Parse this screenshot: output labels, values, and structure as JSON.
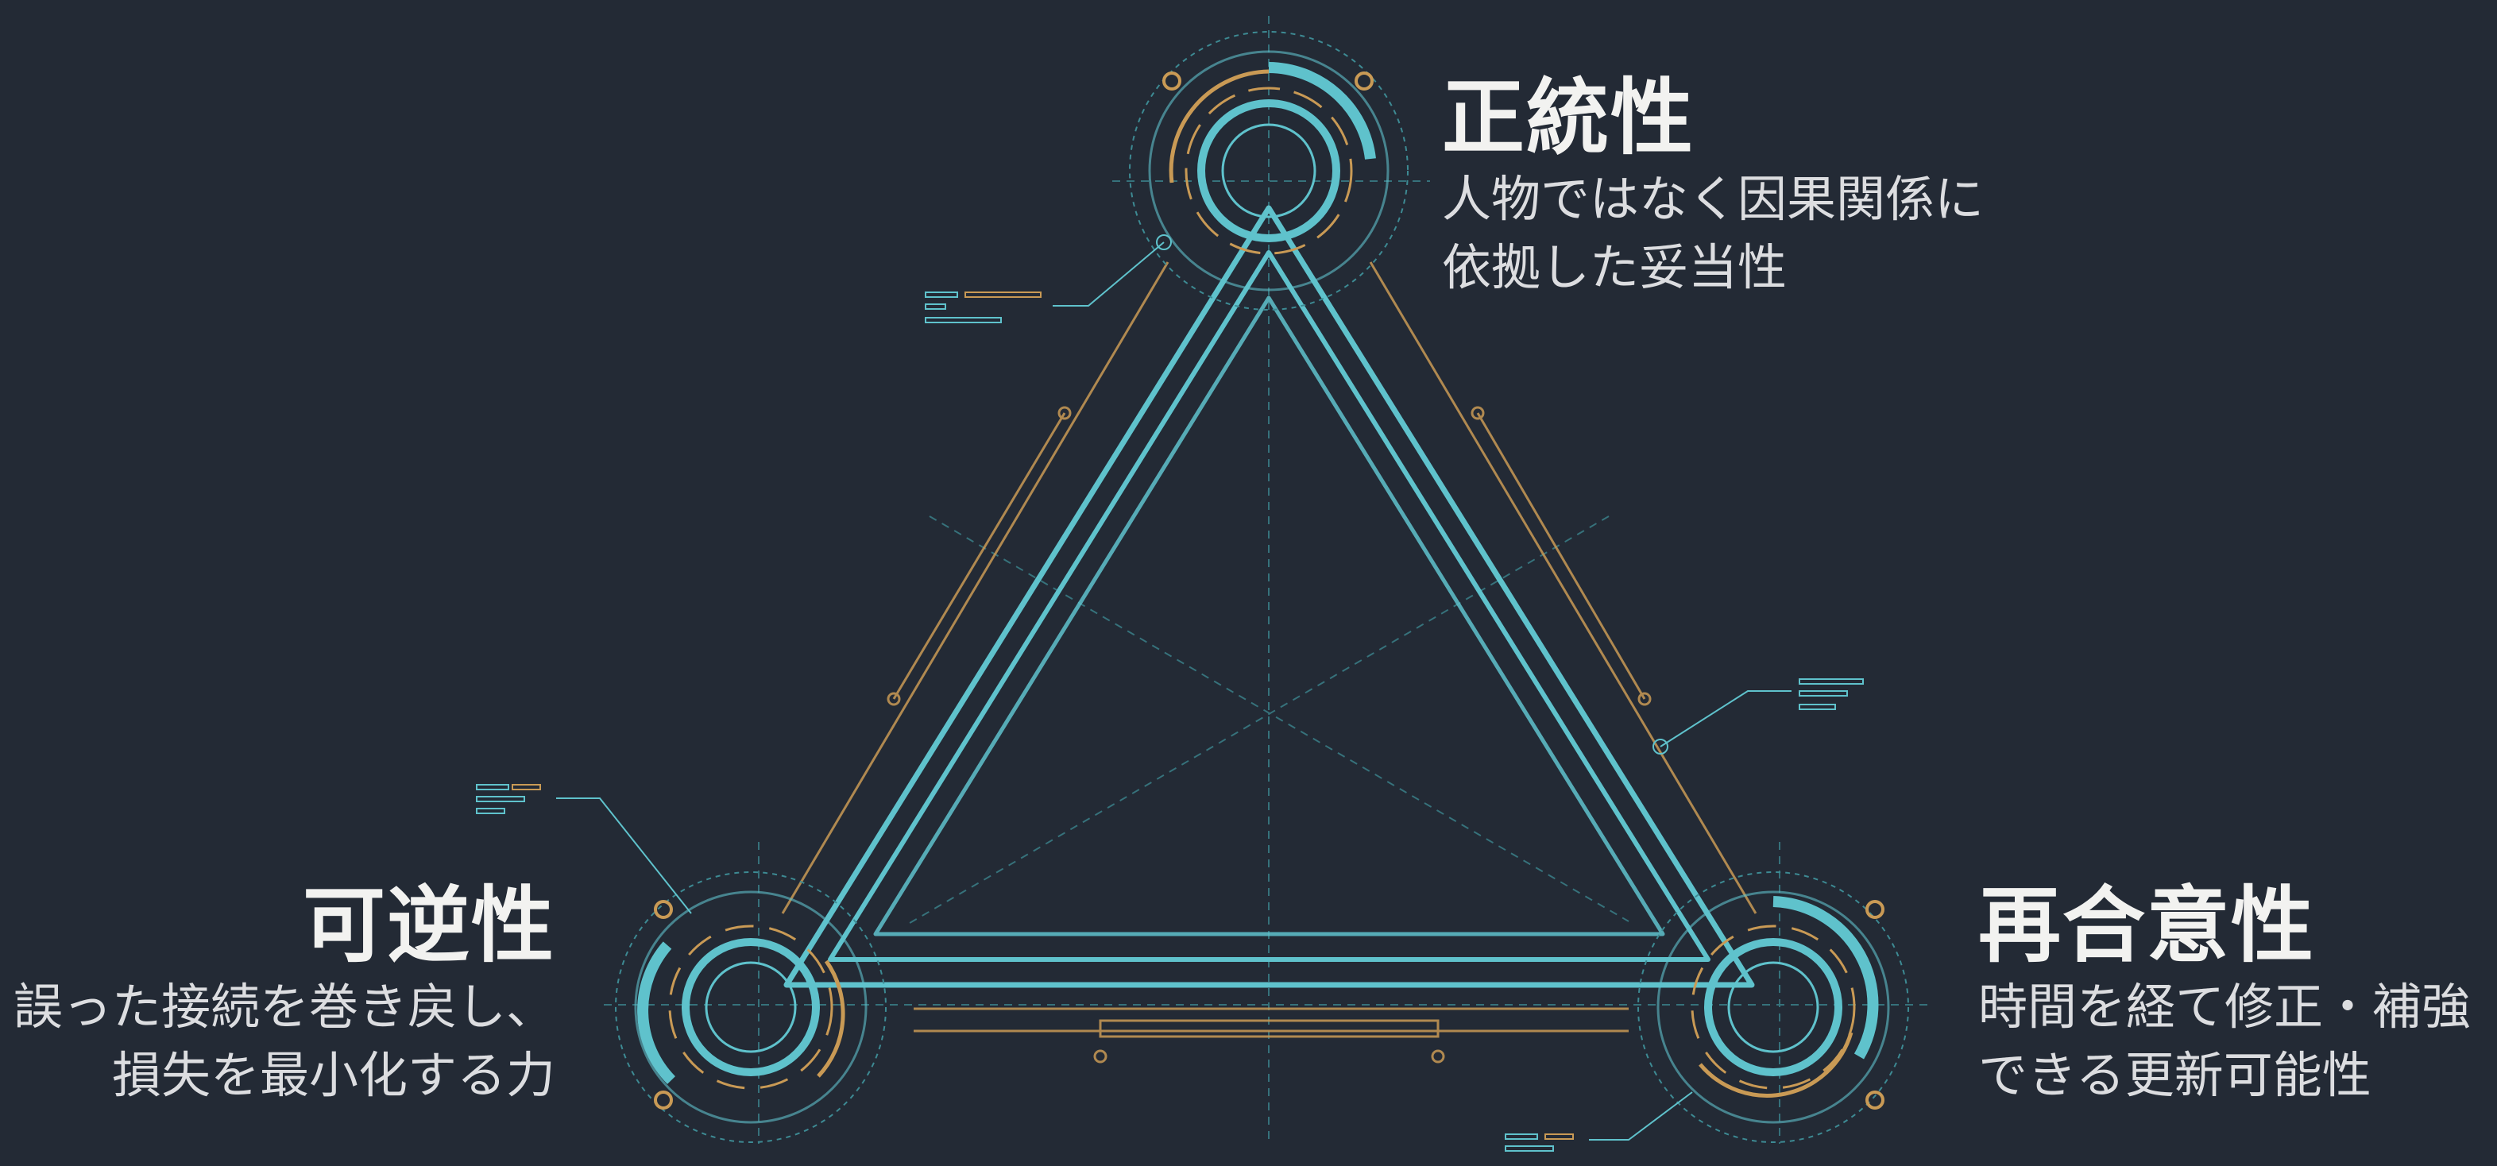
{
  "colors": {
    "background": "#232a35",
    "cyan": "#5fc2cc",
    "cyan_dim": "#3d8a93",
    "gold": "#c99a55",
    "text": "#f2f2f0"
  },
  "vertices": {
    "top": {
      "heading": "正統性",
      "description": [
        "人物ではなく因果関係に",
        "依拠した妥当性"
      ]
    },
    "left": {
      "heading": "可逆性",
      "description": [
        "誤った接続を巻き戻し、",
        "損失を最小化する力"
      ]
    },
    "right": {
      "heading": "再合意性",
      "description": [
        "時間を経て修正・補強",
        "できる更新可能性"
      ]
    }
  }
}
